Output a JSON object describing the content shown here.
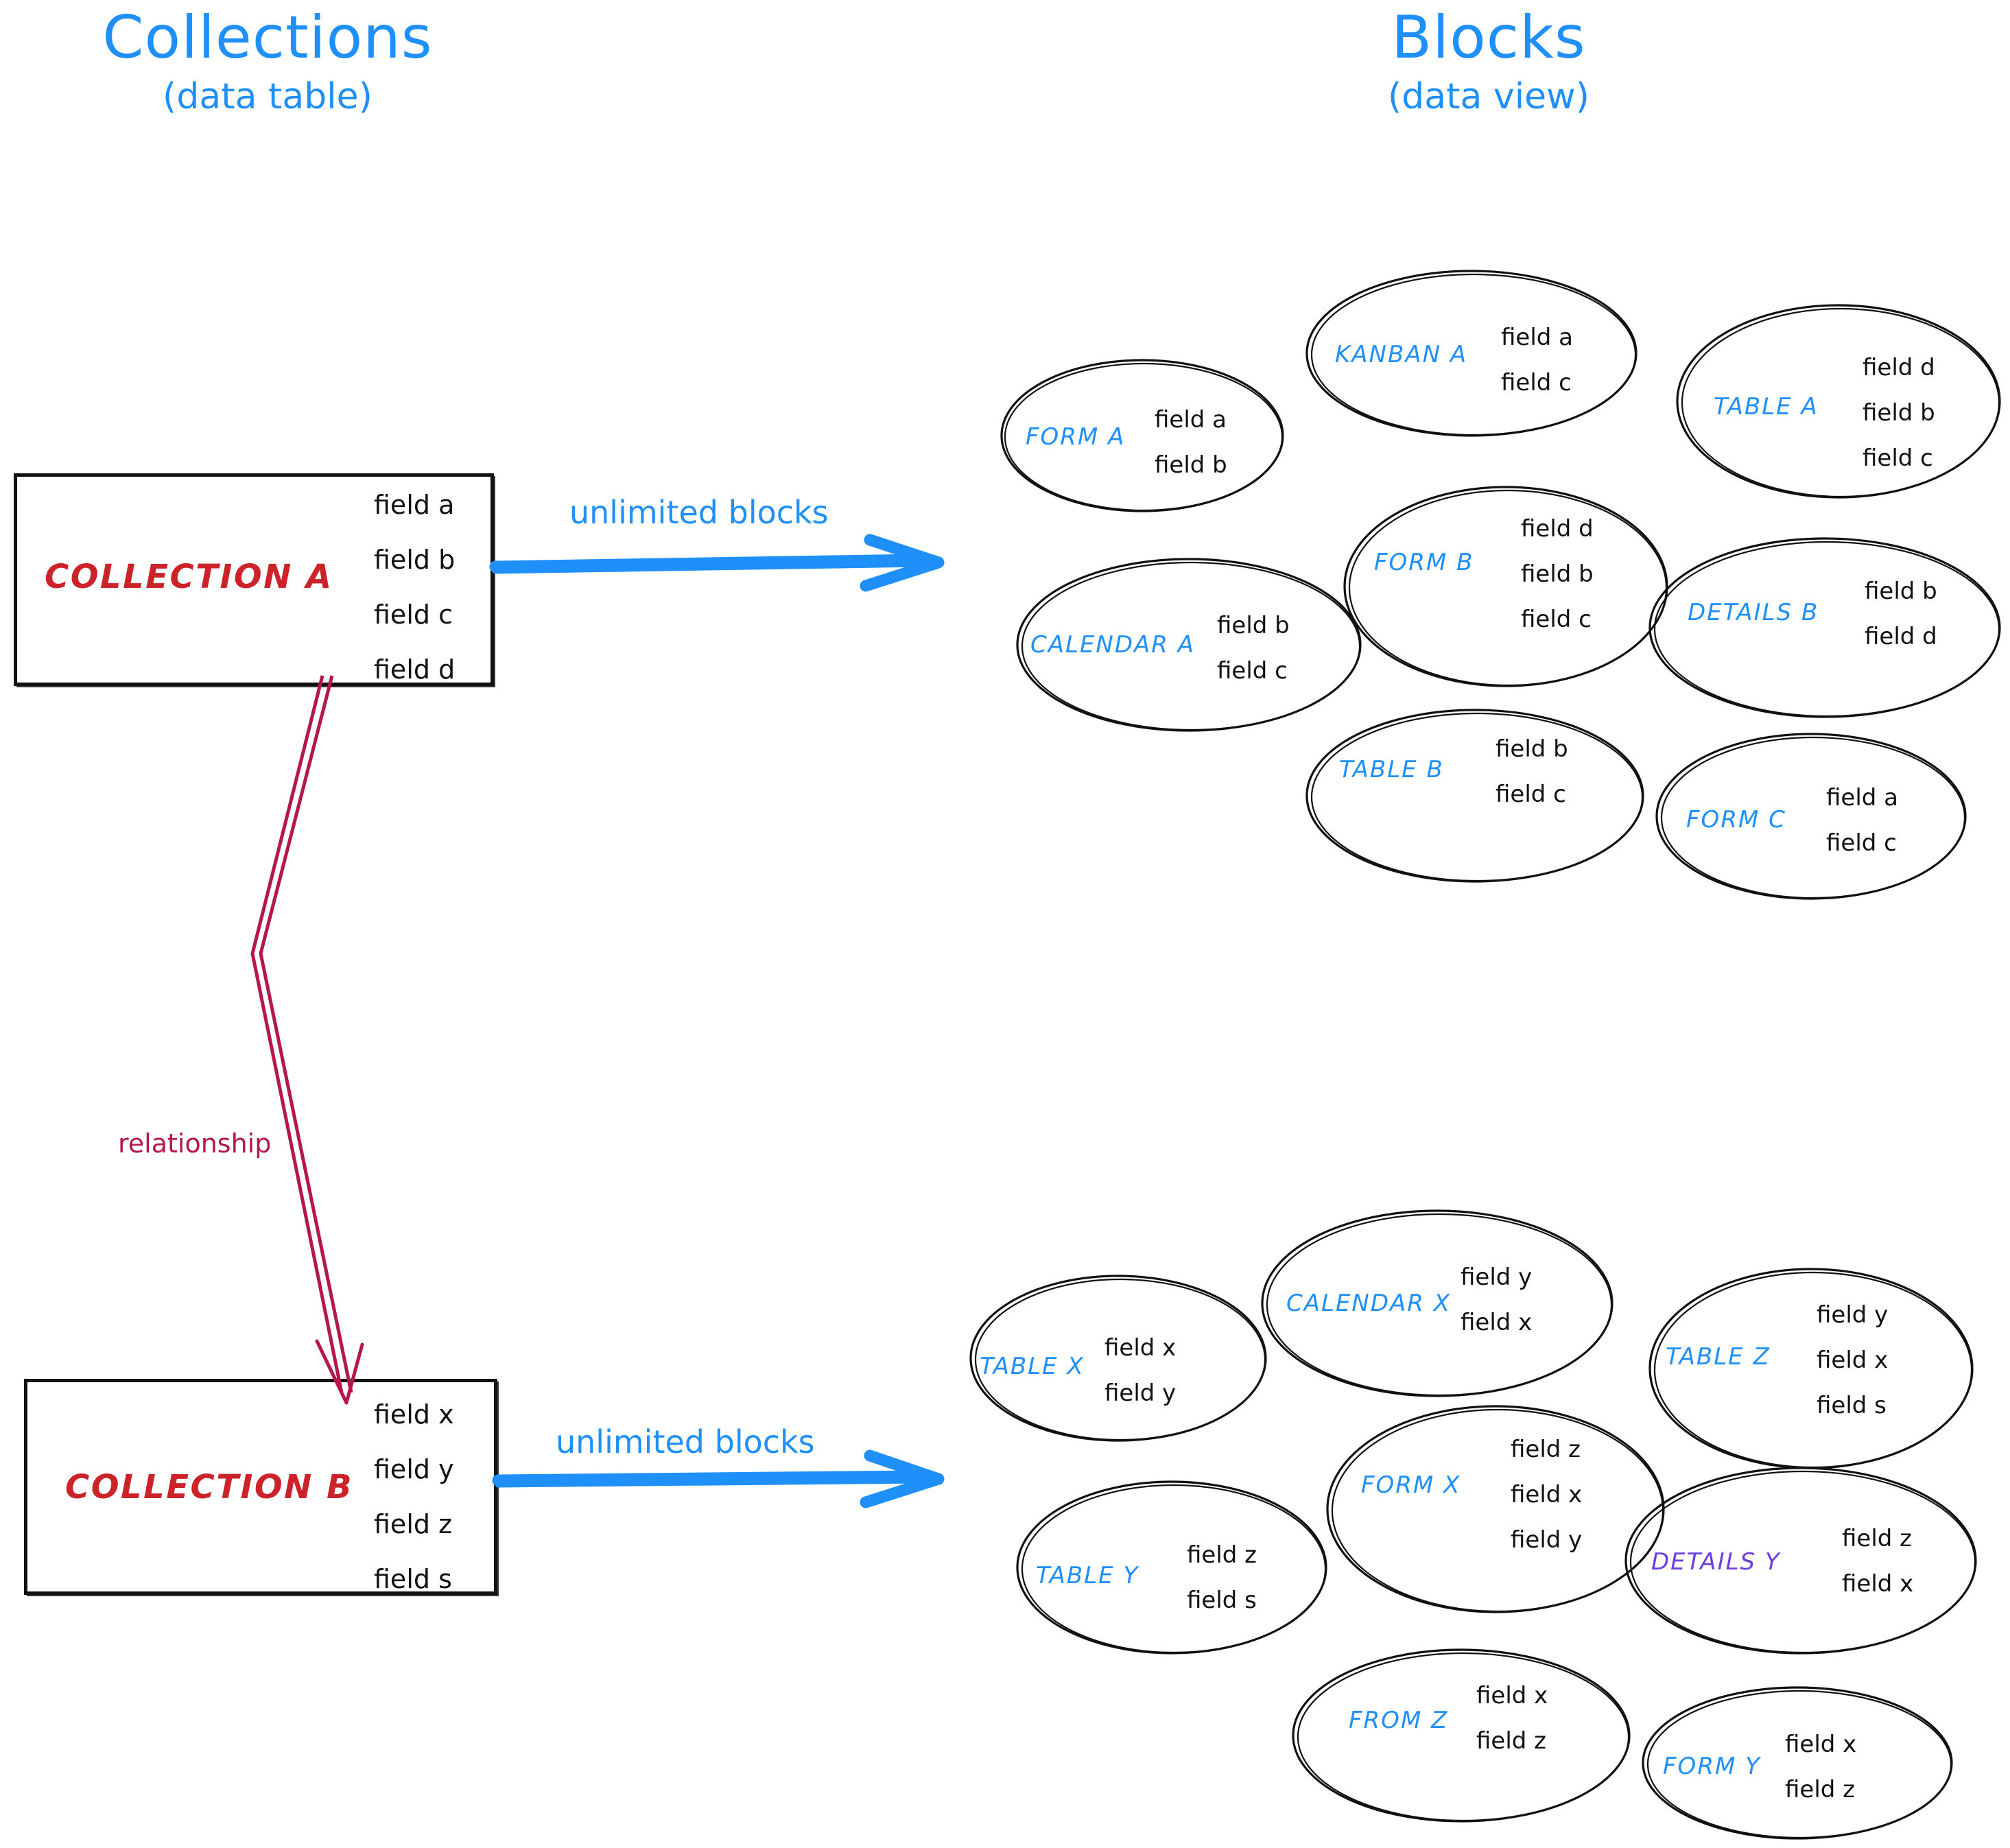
{
  "headings": {
    "left": {
      "main": "Collections",
      "sub": "(data table)"
    },
    "right": {
      "main": "Blocks",
      "sub": "(data view)"
    }
  },
  "colors": {
    "accent_blue": "#1f8ffa",
    "collection_red": "#cc2229",
    "relationship_crimson": "#b5174b",
    "purple": "#6d3fe0",
    "ink_black": "#111111",
    "background": "#ffffff"
  },
  "collections": [
    {
      "id": "collection-a",
      "name": "COLLECTION A",
      "fields": [
        "field a",
        "field b",
        "field c",
        "field d"
      ]
    },
    {
      "id": "collection-b",
      "name": "COLLECTION B",
      "fields": [
        "field x",
        "field y",
        "field z",
        "field s"
      ]
    }
  ],
  "connectors": {
    "unlimited_blocks_top": "unlimited blocks",
    "unlimited_blocks_bottom": "unlimited blocks",
    "relationship": "relationship"
  },
  "blocks_top": [
    {
      "id": "form-a",
      "name": "FORM A",
      "fields": [
        "field a",
        "field b"
      ]
    },
    {
      "id": "kanban-a",
      "name": "KANBAN A",
      "fields": [
        "field a",
        "field c"
      ]
    },
    {
      "id": "table-a",
      "name": "TABLE A",
      "fields": [
        "field d",
        "field b",
        "field c"
      ]
    },
    {
      "id": "calendar-a",
      "name": "CALENDAR A",
      "fields": [
        "field b",
        "field c"
      ]
    },
    {
      "id": "form-b",
      "name": "FORM B",
      "fields": [
        "field d",
        "field b",
        "field c"
      ]
    },
    {
      "id": "details-b",
      "name": "DETAILS B",
      "fields": [
        "field b",
        "field d"
      ]
    },
    {
      "id": "table-b",
      "name": "TABLE B",
      "fields": [
        "field b",
        "field c"
      ]
    },
    {
      "id": "form-c",
      "name": "FORM C",
      "fields": [
        "field a",
        "field c"
      ]
    }
  ],
  "blocks_bottom": [
    {
      "id": "table-x",
      "name": "TABLE X",
      "fields": [
        "field x",
        "field y"
      ]
    },
    {
      "id": "calendar-x",
      "name": "CALENDAR X",
      "fields": [
        "field y",
        "field x"
      ]
    },
    {
      "id": "table-z",
      "name": "TABLE Z",
      "fields": [
        "field y",
        "field x",
        "field s"
      ]
    },
    {
      "id": "table-y",
      "name": "TABLE Y",
      "fields": [
        "field z",
        "field s"
      ]
    },
    {
      "id": "form-x",
      "name": "FORM X",
      "fields": [
        "field z",
        "field x",
        "field y"
      ]
    },
    {
      "id": "details-y",
      "name": "DETAILS Y",
      "fields": [
        "field z",
        "field x"
      ]
    },
    {
      "id": "from-z",
      "name": "FROM Z",
      "fields": [
        "field x",
        "field z"
      ]
    },
    {
      "id": "form-y",
      "name": "FORM Y",
      "fields": [
        "field x",
        "field z"
      ]
    }
  ]
}
